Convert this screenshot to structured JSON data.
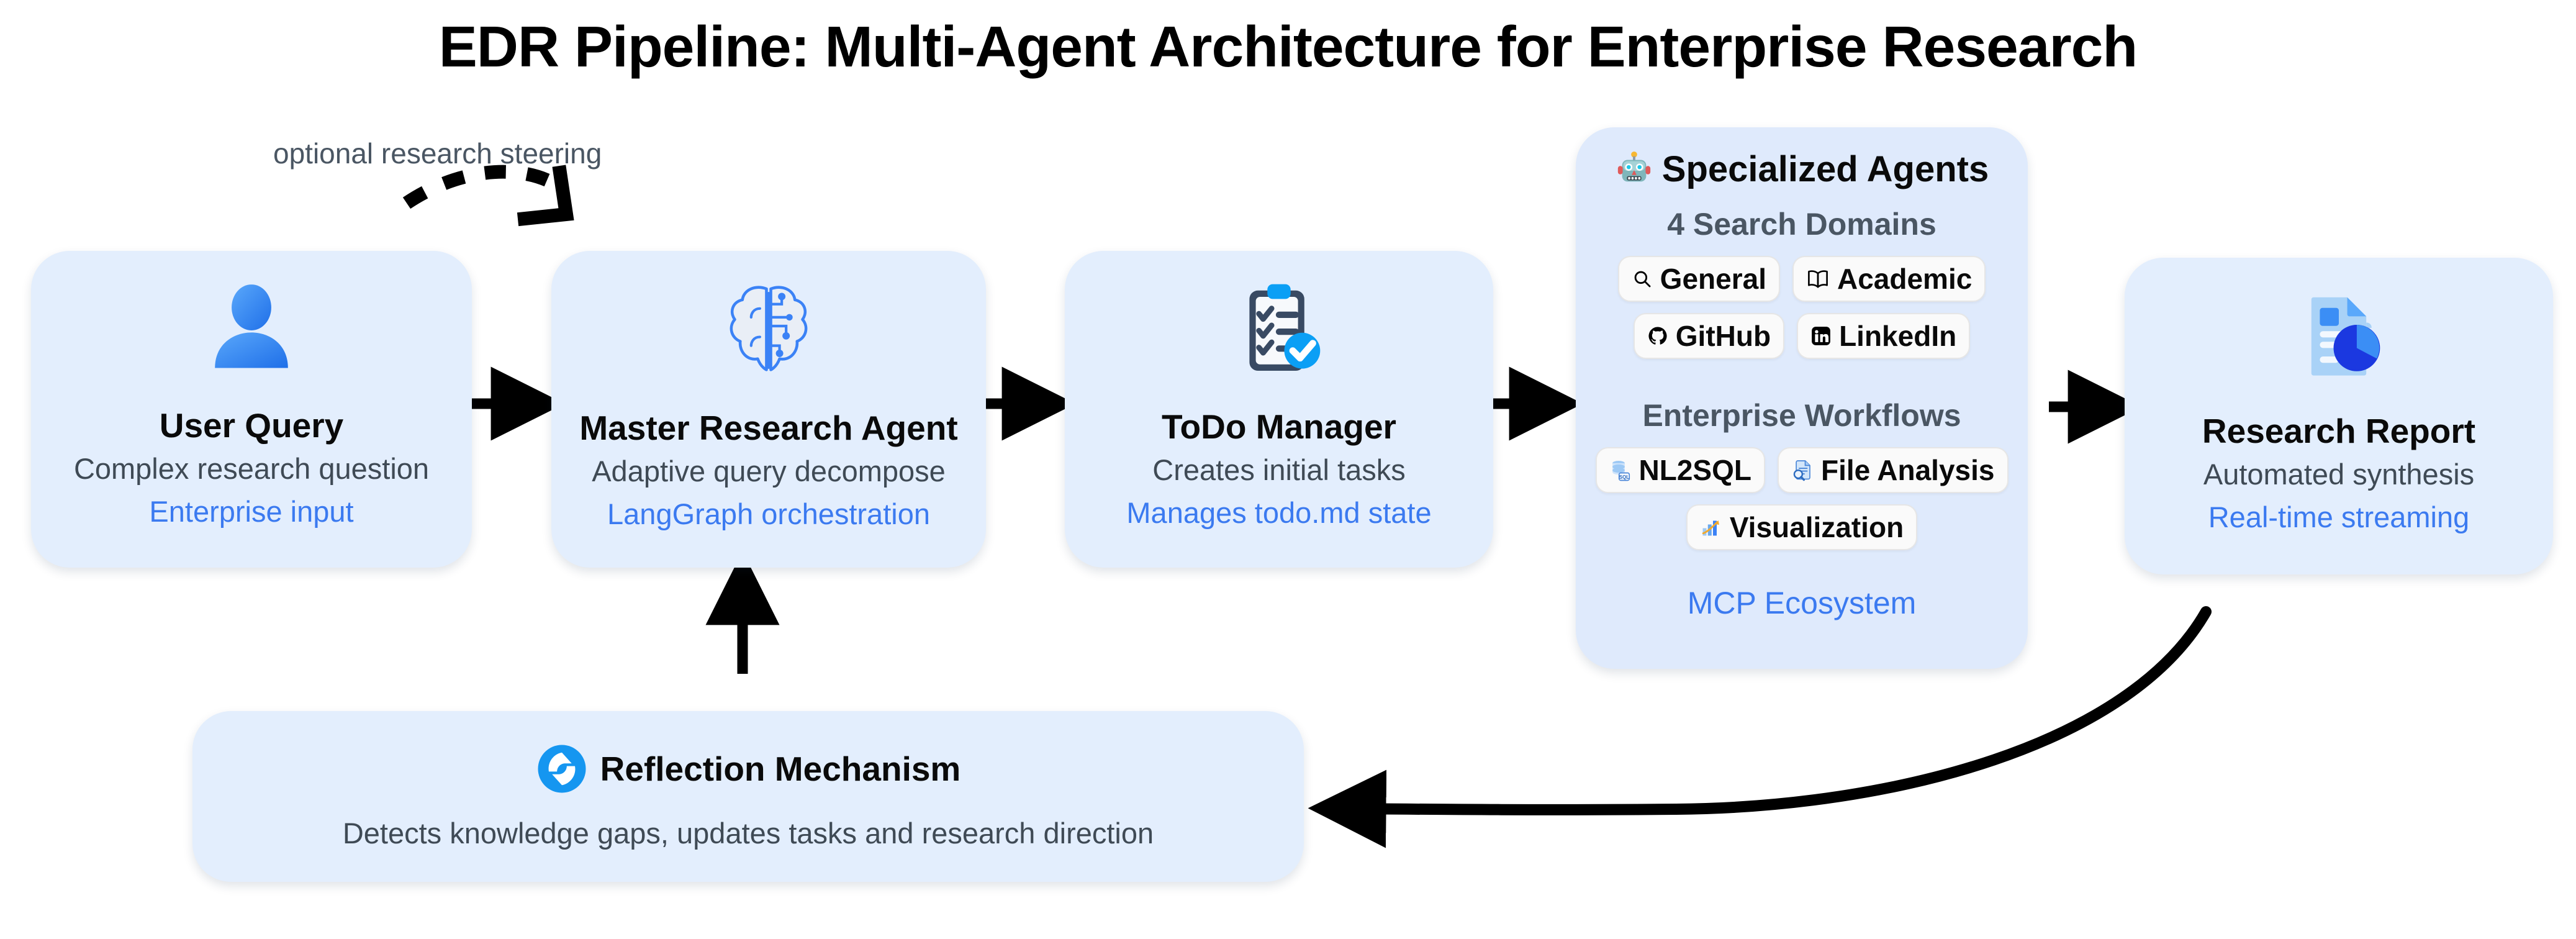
{
  "title": "EDR Pipeline: Multi-Agent Architecture for Enterprise Research",
  "annotation": {
    "steering_label": "optional research steering"
  },
  "colors": {
    "card_fill": "#e3eefd",
    "panel_fill": "#dfeafc",
    "accent_blue": "#3b7af0",
    "sub_gray": "#3f4a55",
    "section_gray": "#4a5663",
    "chip_fill": "#fafafa",
    "arrow_black": "#000000"
  },
  "nodes": [
    {
      "id": "user-query",
      "icon": "user-avatar-icon",
      "title": "User Query",
      "subtitle": "Complex research question",
      "accent": "Enterprise input"
    },
    {
      "id": "master-research-agent",
      "icon": "brain-circuit-icon",
      "title": "Master Research Agent",
      "subtitle": "Adaptive query decompose",
      "accent": "LangGraph orchestration"
    },
    {
      "id": "todo-manager",
      "icon": "clipboard-checklist-icon",
      "title": "ToDo Manager",
      "subtitle": "Creates initial tasks",
      "accent": "Manages todo.md state"
    },
    {
      "id": "research-report",
      "icon": "document-piechart-icon",
      "title": "Research Report",
      "subtitle": "Automated synthesis",
      "accent": "Real-time streaming"
    }
  ],
  "specialized_agents": {
    "icon": "robot-icon",
    "title": "Specialized Agents",
    "search_heading": "4 Search Domains",
    "search_domains": [
      {
        "label": "General",
        "icon": "magnifier-icon"
      },
      {
        "label": "Academic",
        "icon": "open-book-icon"
      },
      {
        "label": "GitHub",
        "icon": "github-icon"
      },
      {
        "label": "LinkedIn",
        "icon": "linkedin-icon"
      }
    ],
    "workflow_heading": "Enterprise Workflows",
    "workflows": [
      {
        "label": "NL2SQL",
        "icon": "database-sql-icon"
      },
      {
        "label": "File Analysis",
        "icon": "file-magnifier-icon"
      },
      {
        "label": "Visualization",
        "icon": "bar-chart-icon"
      }
    ],
    "footer": "MCP Ecosystem"
  },
  "reflection": {
    "icon": "refresh-cycle-icon",
    "title": "Reflection Mechanism",
    "subtitle": "Detects knowledge gaps, updates tasks and research direction"
  }
}
